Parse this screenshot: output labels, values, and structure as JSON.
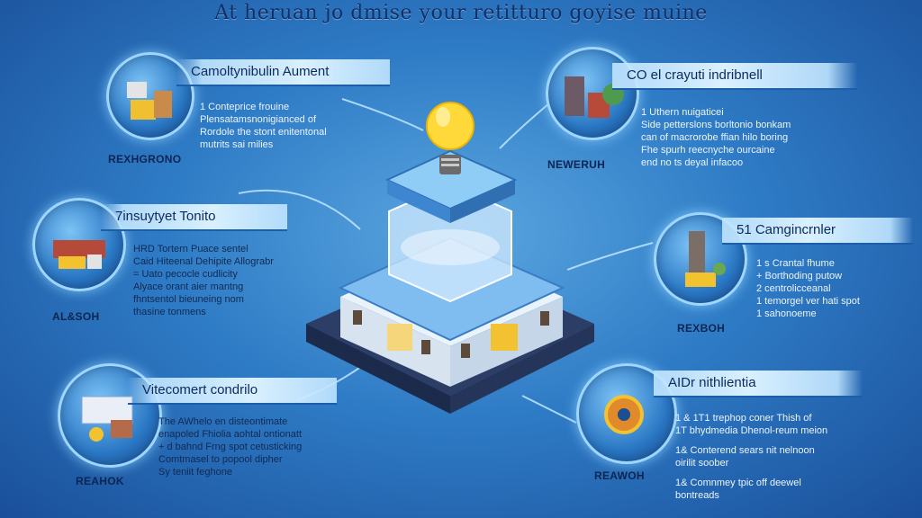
{
  "title": "At heruan jo dmise your retitturo goyise muine",
  "panels": {
    "top_left": {
      "tag": "REXHgrono",
      "heading": "Camoltynibulin Aument",
      "lines": [
        "1 Conteprice frouine",
        "Plensatamsnonigianced of",
        "Rordole the stont enitentonal",
        "mutrits sai milies"
      ]
    },
    "mid_left": {
      "tag": "AL&SOH",
      "heading": "7insuytyet Tonito",
      "lines": [
        "HRD Tortern Puace sentel",
        "Caid Hiteenal Dehipite Allograbr",
        "= Uato pecocle cudlicity",
        "Alyace orant aier mantng",
        "fhntsentol bieuneing nom",
        "thasine tonmens"
      ]
    },
    "bottom_left": {
      "tag": "REAHOK",
      "heading": "Vitecomert condrilo",
      "lines": [
        "The AWhelo en disteontimate",
        "enapoled Fhiolia aohtal ontionatt",
        "+ d bahnd Frng spot cetusticking",
        "Comtmasel to popool dipher",
        "Sy teniit feghone"
      ]
    },
    "top_right": {
      "tag": "NEWERUH",
      "heading": "CO el crayuti indribnell",
      "lines": [
        "1 Uthern nuigaticei",
        "Side petterslons borltonio bonkam",
        "can of macrorobe ffian hilo boring",
        "Fhe spurh reecnyche ourcaine",
        "end no ts deyal infacoo"
      ]
    },
    "mid_right": {
      "tag": "REXBOH",
      "heading": "51 Camgincrnler",
      "lines": [
        "1 s Crantal fhume",
        "+ Borthoding putow",
        "2 centrolicceanal",
        "1 temorgel ver hati spot",
        "1 sahonoeme"
      ]
    },
    "bottom_right": {
      "tag": "REAWOH",
      "heading": "AIDr nithlientia",
      "lines": [
        "1 & 1T1 trephop coner Thish of",
        "1T bhydmedia Dhenol-reum meion",
        "1& Conterend sears nit nelnoon",
        "oirilit soober",
        "1& Comnmey tpic off deewel",
        "bontreads"
      ]
    }
  }
}
